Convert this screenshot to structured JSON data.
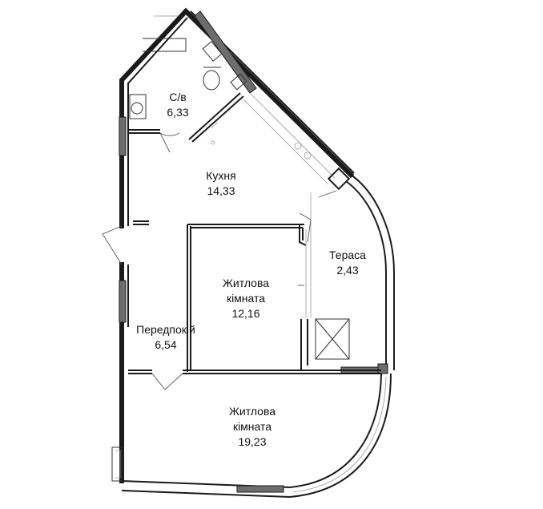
{
  "rooms": {
    "bathroom": {
      "name": "С/в",
      "area": "6,33"
    },
    "kitchen": {
      "name": "Кухня",
      "area": "14,33"
    },
    "terrace": {
      "name": "Тераса",
      "area": "2,43"
    },
    "living_room_1": {
      "name_line1": "Житлова",
      "name_line2": "кімната",
      "area": "12,16"
    },
    "hallway": {
      "name": "Передпокій",
      "area": "6,54"
    },
    "living_room_2": {
      "name_line1": "Житлова",
      "name_line2": "кімната",
      "area": "19,23"
    }
  },
  "colors": {
    "wall": "#1a1a1a",
    "hatch": "#6d6d6d",
    "background": "#ffffff"
  }
}
